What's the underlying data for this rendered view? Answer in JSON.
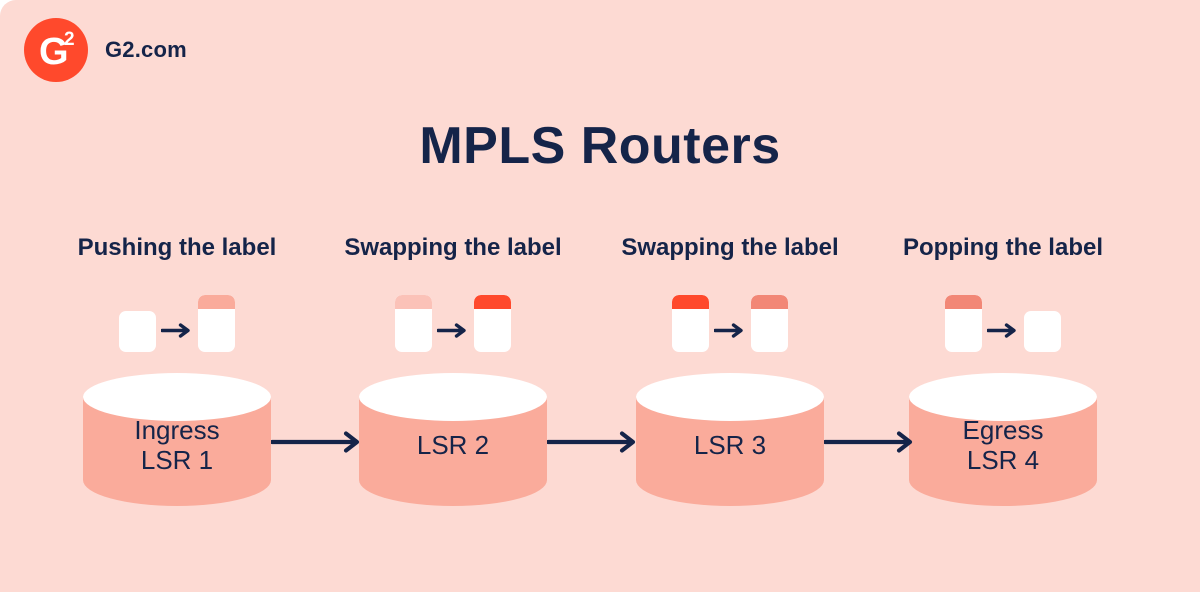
{
  "canvas": {
    "background": "#FDDAD3"
  },
  "colors": {
    "navy": "#152449",
    "brand_red": "#FF492C",
    "cylinder_salmon": "#FAAB9B",
    "label_light_pink": "#FBC2B8",
    "label_salmon": "#FAAB9B",
    "label_red": "#FF492C",
    "label_deep_salmon": "#F28776",
    "packet_white": "#FFFFFF"
  },
  "icons": {
    "packet_arrow": "right-arrow",
    "flow_arrow": "right-arrow",
    "logo": "g2-circle-logo"
  },
  "header": {
    "brand_text": "G2.com",
    "logo": {
      "letter": "G",
      "superscript": "2"
    }
  },
  "title": "MPLS Routers",
  "columns": [
    {
      "heading": "Pushing the label",
      "packet_before": {
        "label_band": null
      },
      "packet_after": {
        "label_band": "#FAAB9B"
      },
      "router_name_lines": [
        "Ingress",
        "LSR 1"
      ]
    },
    {
      "heading": "Swapping the label",
      "packet_before": {
        "label_band": "#FBC2B8"
      },
      "packet_after": {
        "label_band": "#FF492C"
      },
      "router_name_lines": [
        "LSR 2"
      ]
    },
    {
      "heading": "Swapping the label",
      "packet_before": {
        "label_band": "#FF492C"
      },
      "packet_after": {
        "label_band": "#F28776"
      },
      "router_name_lines": [
        "LSR 3"
      ]
    },
    {
      "heading": "Popping the label",
      "packet_before": {
        "label_band": "#F28776"
      },
      "packet_after": {
        "label_band": null
      },
      "router_name_lines": [
        "Egress",
        "LSR 4"
      ]
    }
  ]
}
